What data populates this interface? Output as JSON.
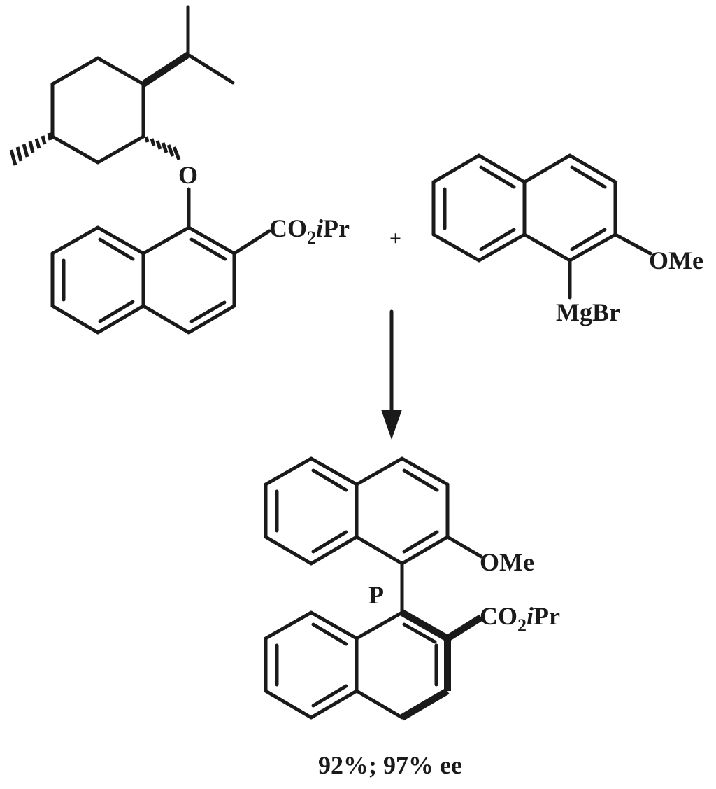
{
  "reactant_1": {
    "oxygen_label": "O",
    "ester_group": {
      "prefix": "CO",
      "subscript": "2",
      "italic": "i",
      "suffix": "Pr"
    }
  },
  "plus_sign": "+",
  "reactant_2": {
    "methoxy_label": "OMe",
    "grignard_label": "MgBr"
  },
  "product": {
    "methoxy_label": "OMe",
    "stereodescriptor": "P",
    "ester_group": {
      "prefix": "CO",
      "subscript": "2",
      "italic": "i",
      "suffix": "Pr"
    }
  },
  "result_text": "92%; 97% ee"
}
